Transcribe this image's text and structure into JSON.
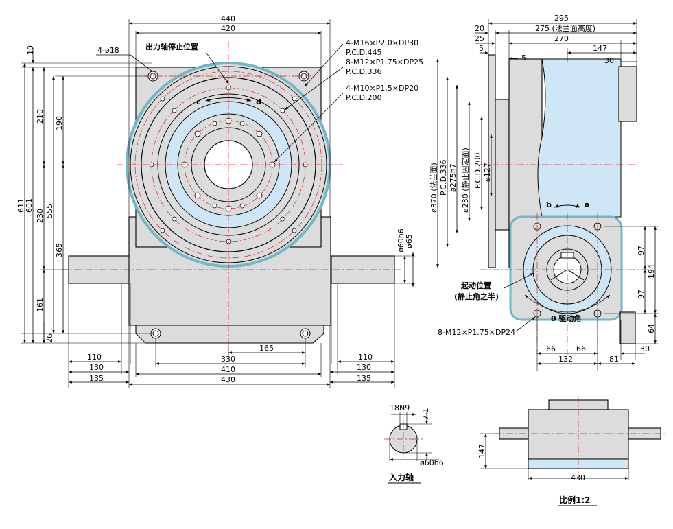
{
  "colors": {
    "body": "#dcdcdc",
    "highlight": "#cfe6f7",
    "outline": "#6fb7c9",
    "center": "#dd2222",
    "line": "#000000"
  },
  "top_dims": {
    "d440": "440",
    "d420": "420"
  },
  "left_dims": {
    "d10": "10",
    "d611": "611",
    "d601": "601",
    "d210": "210",
    "d190": "190",
    "d230": "230",
    "d555": "555",
    "d365": "365",
    "d161": "161",
    "d26": "26"
  },
  "bottom_dims": {
    "d110a": "110",
    "d130a": "130",
    "d135a": "135",
    "d330": "330",
    "d165": "165",
    "d410": "410",
    "d430": "430",
    "d110b": "110",
    "d130b": "130",
    "d135b": "135"
  },
  "labels": {
    "hole18": "4-ø18",
    "stop_pos": "出力轴停止位置",
    "c": "c",
    "d": "d",
    "m16": "4-M16×P2.0×DP30",
    "pcd445": "P.C.D.445",
    "m12a": "8-M12×P1.75×DP25",
    "pcd336a": "P.C.D.336",
    "m10": "4-M10×P1.5×DP20",
    "pcd200a": "P.C.D.200",
    "d60h6": "ø60h6",
    "d65": "ø65"
  },
  "side": {
    "d295": "295",
    "d275": "275 (法兰面高度)",
    "d270": "270",
    "d147": "147",
    "d20": "20",
    "d25": "25",
    "d5a": "5",
    "d5b": "5",
    "d30a": "30",
    "d370": "ø370 (法兰面)",
    "pcd336": "P.C.D.336",
    "d275h7": "ø275h7",
    "d230": "ø230 (静止固定面)",
    "pcd200": "P.C.D.200",
    "d127": "ø127",
    "b": "b",
    "a": "a",
    "d97a": "97",
    "d194": "194",
    "d97b": "97",
    "d64": "64",
    "d30b": "30",
    "d66a": "66",
    "d66b": "66",
    "d132": "132",
    "d81": "81",
    "start1": "起动位置",
    "start2": "(静止角之半)",
    "drive_angle": "θ 驱动角",
    "m12b": "8-M12×P1.75×DP24"
  },
  "shaft": {
    "n18": "18N9",
    "d7": "7.1",
    "d60": "ø60h6",
    "caption": "入力轴"
  },
  "small": {
    "d147": "147",
    "d430": "430",
    "caption": "比例1:2"
  }
}
